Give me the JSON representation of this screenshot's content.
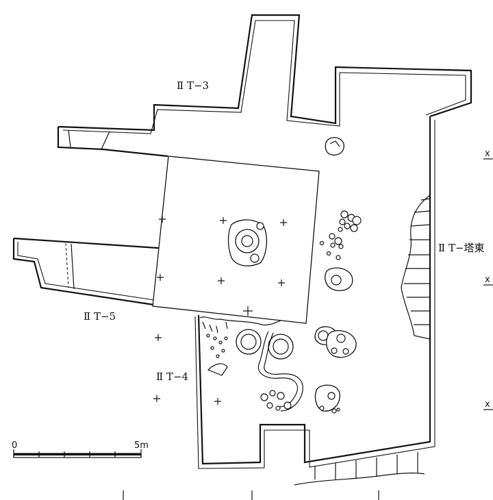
{
  "labels": {
    "trench_3": "Ⅱ T−3",
    "trench_4": "Ⅱ T−4",
    "trench_5": "Ⅱ T−5",
    "tower_east": "Ⅱ T−塔東"
  },
  "edge_marks": [
    "x",
    "x",
    "x"
  ],
  "scale": {
    "start_label": "0",
    "end_label": "5m"
  }
}
